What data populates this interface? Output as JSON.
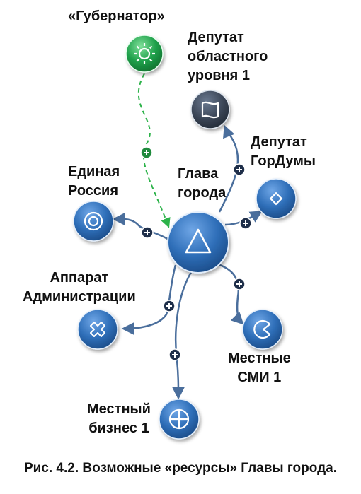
{
  "nodes": {
    "governor": {
      "label": "«Губернатор»",
      "icon": "sun-icon"
    },
    "deputy_regional": {
      "label": "Депутат\nобластного\nуровня 1",
      "icon": "flag-icon"
    },
    "deputy_gorduma": {
      "label": "Депутат\nГорДумы",
      "icon": "diamond-icon"
    },
    "head": {
      "label": "Глава\nгорода",
      "icon": "triangle-icon"
    },
    "united_russia": {
      "label": "Единая\nРоссия",
      "icon": "target-icon"
    },
    "apparatus": {
      "label": "Аппарат\nАдминистрации",
      "icon": "cross-icon"
    },
    "local_media": {
      "label": "Местные\nСМИ 1",
      "icon": "pacman-icon"
    },
    "local_business": {
      "label": "Местный\nбизнес 1",
      "icon": "crosshair-icon"
    }
  },
  "caption": "Рис. 4.2. Возможные «ресурсы» Главы города.",
  "colors": {
    "node_blue": "#2f6fb9",
    "node_dark": "#3a4556",
    "node_green": "#1fa04a",
    "edge": "#4a6e9c",
    "edge_green": "#2db34a"
  }
}
